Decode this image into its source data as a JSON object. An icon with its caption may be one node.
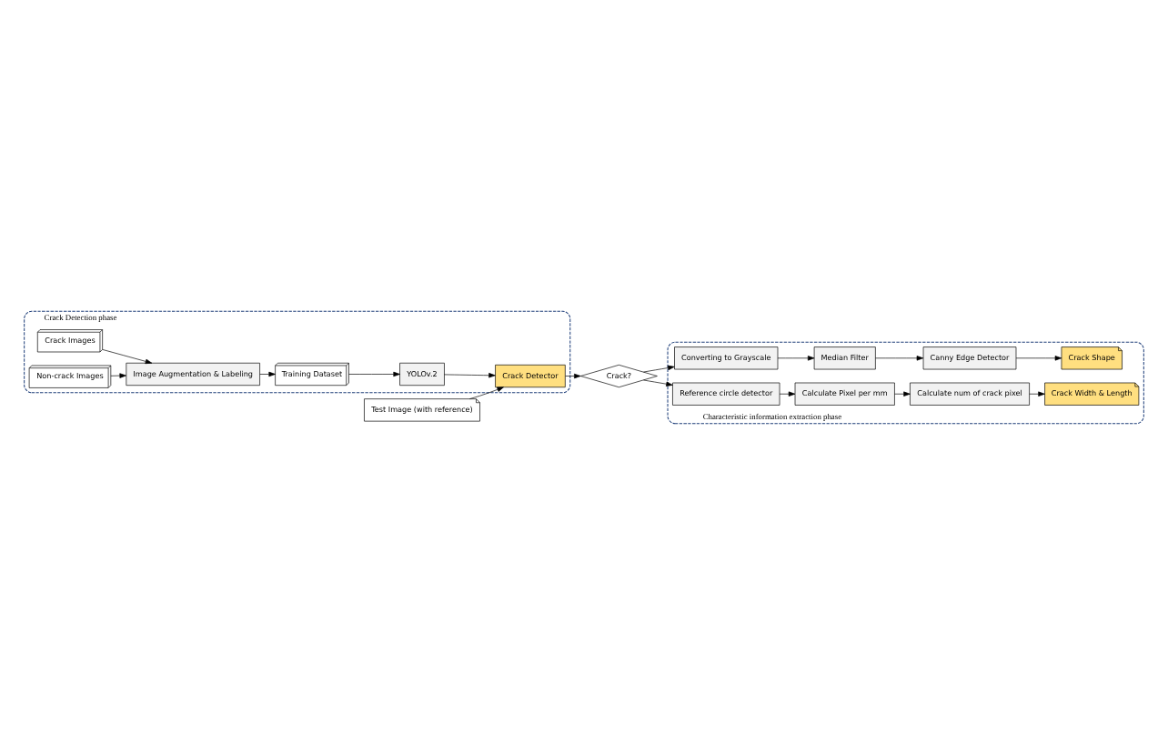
{
  "diagram": {
    "nodes": [
      {
        "text": [
          "Crack Detection phase"
        ]
      },
      {
        "text": [
          "Crack Images"
        ],
        "in": 0
      },
      {
        "text": [
          "Non-crack Images"
        ],
        "in": 0
      },
      {
        "text": [
          "Image Augmentation & Labeling"
        ],
        "in": 0
      },
      {
        "text": [
          "Training Dataset"
        ],
        "in": 0
      },
      {
        "text": [
          "YOLOv.2"
        ],
        "in": 0
      },
      {
        "text": [
          "Crack Detector"
        ],
        "in": 0
      },
      {
        "text": [
          "Test Image (with reference)"
        ]
      },
      {
        "text": [
          "Crack?"
        ]
      },
      {
        "text": [
          "Characteristic information extraction phase"
        ]
      },
      {
        "text": [
          "Converting to Grayscale"
        ],
        "in": 9
      },
      {
        "text": [
          "Median Filter"
        ],
        "in": 9
      },
      {
        "text": [
          "Canny Edge Detector"
        ],
        "in": 9
      },
      {
        "text": [
          "Crack Shape"
        ],
        "in": 9
      },
      {
        "text": [
          "Reference circle detector"
        ],
        "in": 9
      },
      {
        "text": [
          "Calculate Pixel per mm"
        ],
        "in": 9
      },
      {
        "text": [
          "Calculate num of crack pixel"
        ],
        "in": 9
      },
      {
        "text": [
          "Crack Width & Length"
        ],
        "in": 9
      }
    ],
    "edges": [
      {
        "from": 1,
        "to": 3,
        "arrow": "to"
      },
      {
        "from": 2,
        "to": 3,
        "arrow": "to"
      },
      {
        "from": 3,
        "to": 4,
        "arrow": "to"
      },
      {
        "from": 4,
        "to": 5,
        "arrow": "to"
      },
      {
        "from": 5,
        "to": 6,
        "arrow": "to"
      },
      {
        "from": 7,
        "to": 6,
        "arrow": "to"
      },
      {
        "from": 6,
        "to": 8,
        "arrow": "to"
      },
      {
        "from": 8,
        "to": 10,
        "arrow": "to"
      },
      {
        "from": 8,
        "to": 14,
        "arrow": "to"
      },
      {
        "from": 10,
        "to": 11,
        "arrow": "to"
      },
      {
        "from": 11,
        "to": 12,
        "arrow": "to"
      },
      {
        "from": 12,
        "to": 13,
        "arrow": "to"
      },
      {
        "from": 14,
        "to": 15,
        "arrow": "to"
      },
      {
        "from": 15,
        "to": 16,
        "arrow": "to"
      },
      {
        "from": 16,
        "to": 17,
        "arrow": "to"
      }
    ]
  }
}
